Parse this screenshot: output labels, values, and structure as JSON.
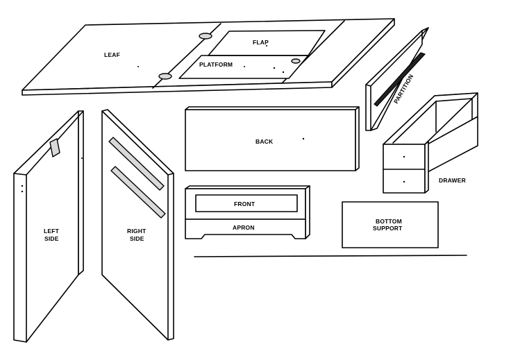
{
  "labels": {
    "leaf": "LEAF",
    "flap": "FLAP",
    "platform": "PLATFORM",
    "partition": "PARTITION",
    "back": "BACK",
    "drawer": "DRAWER",
    "front": "FRONT",
    "apron": "APRON",
    "bottom_support_1": "BOTTOM",
    "bottom_support_2": "SUPPORT",
    "left_side_1": "LEFT",
    "left_side_2": "SIDE",
    "right_side_1": "RIGHT",
    "right_side_2": "SIDE"
  }
}
